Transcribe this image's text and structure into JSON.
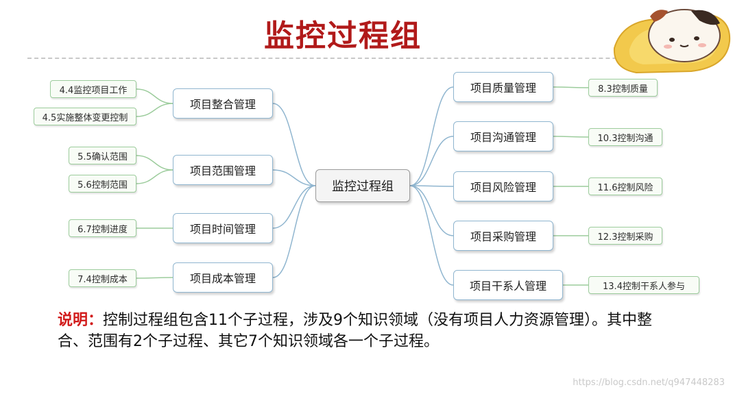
{
  "title": "监控过程组",
  "center": "监控过程组",
  "left": [
    {
      "label": "项目整合管理",
      "leaves": [
        "4.4监控项目工作",
        "4.5实施整体变更控制"
      ]
    },
    {
      "label": "项目范围管理",
      "leaves": [
        "5.5确认范围",
        "5.6控制范围"
      ]
    },
    {
      "label": "项目时间管理",
      "leaves": [
        "6.7控制进度"
      ]
    },
    {
      "label": "项目成本管理",
      "leaves": [
        "7.4控制成本"
      ]
    }
  ],
  "right": [
    {
      "label": "项目质量管理",
      "leaves": [
        "8.3控制质量"
      ]
    },
    {
      "label": "项目沟通管理",
      "leaves": [
        "10.3控制沟通"
      ]
    },
    {
      "label": "项目风险管理",
      "leaves": [
        "11.6控制风险"
      ]
    },
    {
      "label": "项目采购管理",
      "leaves": [
        "12.3控制采购"
      ]
    },
    {
      "label": "项目干系人管理",
      "leaves": [
        "13.4控制干系人参与"
      ]
    }
  ],
  "note": {
    "label": "说明：",
    "text": "控制过程组包含11个子过程，涉及9个知识领域（没有项目人力资源管理）。其中整合、范围有2个子过程、其它7个知识领域各一个子过程。"
  },
  "watermark": "https://blog.csdn.net/q947448283",
  "colors": {
    "title": "#b11a1a",
    "note_label": "#d11a1a",
    "branch_line": "#8fb5cf",
    "leaf_line": "#9ccc9c"
  }
}
